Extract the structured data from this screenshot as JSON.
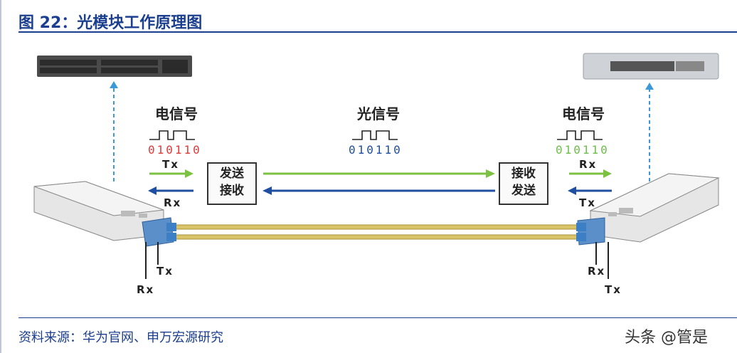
{
  "header": {
    "title": "图 22：光模块工作原理图"
  },
  "footer": {
    "source": "资料来源：华为官网、申万宏源研究",
    "watermark": "头条 @管是"
  },
  "diagram": {
    "left_signal_label": "电信号",
    "middle_signal_label": "光信号",
    "right_signal_label": "电信号",
    "left_bits": "010110",
    "middle_bits": "010110",
    "right_bits": "010110",
    "left_tx": "Tx",
    "left_rx": "Rx",
    "right_rx": "Rx",
    "right_tx": "Tx",
    "left_box_line1": "发送",
    "left_box_line2": "接收",
    "right_box_line1": "接收",
    "right_box_line2": "发送",
    "left_port_tx": "Tx",
    "left_port_rx": "Rx",
    "right_port_rx": "Rx",
    "right_port_tx": "Tx",
    "colors": {
      "green": "#7cc142",
      "blue": "#1f4fa0",
      "red": "#e03a3a",
      "dashed": "#3a9ad9",
      "fiber": "#d9c46a"
    }
  }
}
